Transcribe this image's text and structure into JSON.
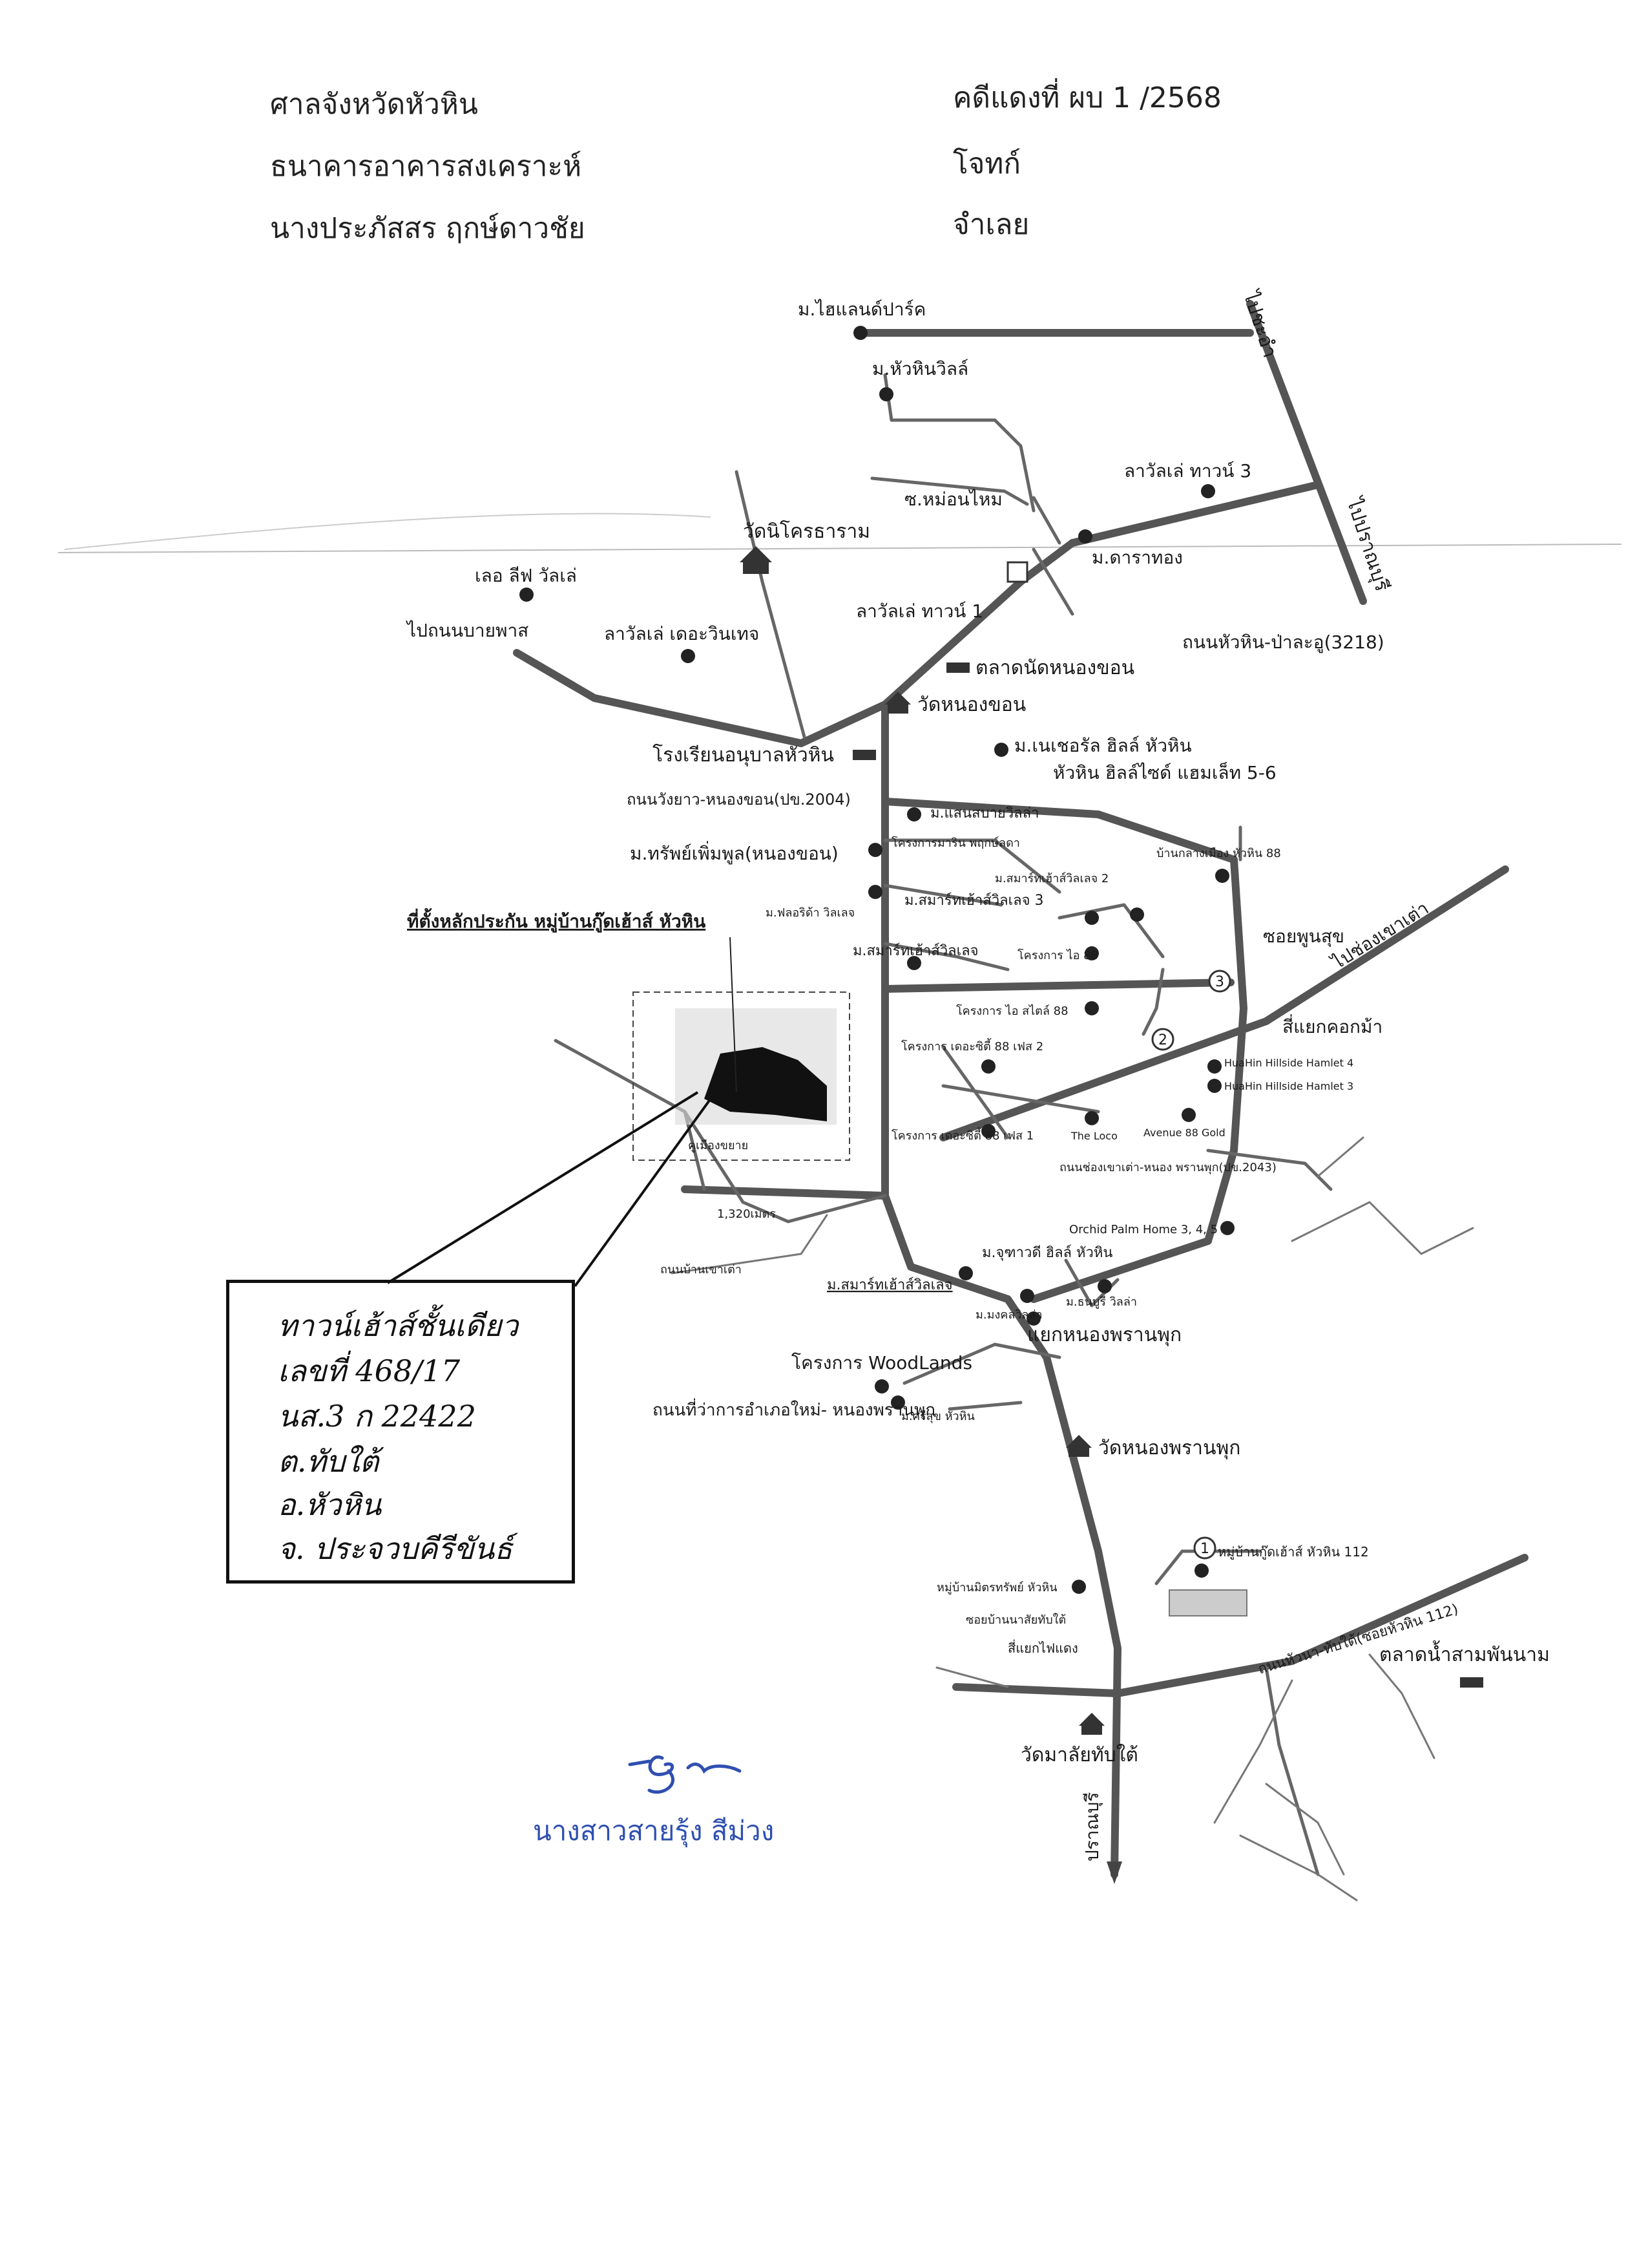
{
  "header": {
    "court": "ศาลจังหวัดหัวหิน",
    "plaintiff": "ธนาคารอาคารสงเคราะห์",
    "defendant": "นางประภัสสร ฤกษ์ดาวชัย",
    "case_no": "คดีแดงที่ ผบ 1 /2568",
    "plaintiff_role": "โจทก์",
    "defendant_role": "จำเลย"
  },
  "map": {
    "labels": {
      "highland_park": "ม.ไฮแลนด์ปาร์ค",
      "to_cha_am": "ไปชะอำ",
      "huahin_villas": "ม.หัวหินวิลล์",
      "lavalle_3": "ลาวัลเล่ ทาวน์ 3",
      "mon_mai_road": "ซ.หม่อนไหม",
      "to_pranburi": "ไปปราณบุรี",
      "wat_nikhom": "วัดนิโครธาราม",
      "tara_thong": "ม.ดาราทอง",
      "leaf_valley": "เลอ ลีฟ วัลเล่",
      "to_baipass": "ไปถนนบายพาส",
      "lavalle_1": "ลาวัลเล่ ทาวน์ 1",
      "lavalle_the_vintage": "ลาวัลเล่ เดอะวินเทจ",
      "road_3218": "ถนนหัวหิน-ป่าละอู(3218)",
      "nong_khon_market": "ตลาดนัดหนองขอน",
      "wat_nong_khon": "วัดหนองขอน",
      "natural_hills": "ม.เนเชอรัล ฮิลล์ หัวหิน",
      "anuban_school": "โรงเรียนอนุบาลหัวหิน",
      "hillside_hamlet_5_6": "หัวหิน ฮิลล์ไซด์ แฮมเล็ท 5-6",
      "road_2004": "ถนนวังยาว-หนองขอน(ปข.2004)",
      "saensabai_villas": "ม.แสนสบายวิลล่า",
      "sap_permpoon": "ม.ทรัพย์เพิ่มพูล(หนองขอน)",
      "project_marin": "โครงการมาริน พฤกษ์ลดา",
      "smart_home_villas_2": "ม.สมาร์ทเฮ้าส์วิลเลจ 2",
      "ban_klang_muang": "บ้านกลางเมือง หัวหิน 88",
      "to_chong_khao_tao": "ไปช่องเขาเต่า",
      "property_site": "ที่ตั้งหลักประกัน หมู่บ้านกู๊ดเฮ้าส์ หัวหิน",
      "florida_village": "ม.ฟลอริด้า วิลเลจ",
      "smart_home_villas_3": "ม.สมาร์ทเฮ้าส์วิลเลจ 3",
      "soi_phun_suk": "ซอยพูนสุข",
      "smart_home_villas": "ม.สมาร์ทเฮ้าส์วิลเลจ",
      "project_i_88": "โครงการ ไอ 88",
      "khok_ma_junction": "สี่แยกคอกม้า",
      "project_i_style_88": "โครงการ ไอ สไตล์ 88",
      "the_city_phase_2": "โครงการ เดอะซิตี้ 88 เฟส 2",
      "hillside_hamlet_4": "HuaHin Hillside Hamlet 4",
      "hillside_hamlet_3": "HuaHin Hillside Hamlet 3",
      "the_city_phase_1": "โครงการ เดอะซิตี้ 88 เฟส 1",
      "the_loco": "The Loco",
      "avenue_88_gold": "Avenue 88 Gold",
      "khu_mueang": "คูเมืองขยาย",
      "distance": "1,320เมตร",
      "road_2043": "ถนนช่องเขาเต่า-หนอง พรานพุก(ปข.2043)",
      "orchid_palm": "Orchid Palm Home 3, 4, 5",
      "ban_khao_road": "ถนนบ้านเขาเต่า",
      "chuthachak_hills": "ม.จุฑาวดี ฮิลล์ หัวหิน",
      "smart_home_villas_b": "ม.สมาร์ทเฮ้าส์วิลเลจ",
      "mongkol_villa": "ม.มงคลวิลล่า",
      "thanyu_villa": "ม.ธนบูรี วิลล่า",
      "nong_phran_phuk_junction": "แยกหนองพรานพุก",
      "woodlands": "โครงการ WoodLands",
      "new_district_road": "ถนนที่ว่าการอำเภอใหม่- หนองพรานพุก",
      "srisuk_huahin": "ม.ศรีสุข หัวหิน",
      "wat_nong_phran_phuk": "วัดหนองพรานพุก",
      "good_house_112": "หมู่บ้านกู๊ดเฮ้าส์ หัวหิน 112",
      "mitsap_huahin": "หมู่บ้านมิตรทรัพย์ หัวหิน",
      "soi_ban_na": "ซอยบ้านนาสัยทับใต้",
      "traffic_light_junction": "สี่แยกไฟแดง",
      "road_112": "ถนนหัวนา-ทับใต้(ซอยหัวหิน 112)",
      "sam_phan_nam_market": "ตลาดน้ำสามพันนาม",
      "wat_malai": "วัดมาลัยทับใต้",
      "pranburi_south": "ปราณบุรี",
      "marker_1": "1",
      "marker_2": "2",
      "marker_3": "3"
    }
  },
  "handwritten_note": {
    "line1": "ทาวน์เฮ้าส์ชั้นเดียว",
    "line2": "เลขที่ 468/17",
    "line3": "นส.3 ก 22422",
    "line4": "ต.ทับใต้",
    "line5": "อ.หัวหิน",
    "line6": "จ. ประจวบคีรีขันธ์"
  },
  "signature": {
    "name": "นางสาวสายรุ้ง สีม่วง"
  }
}
